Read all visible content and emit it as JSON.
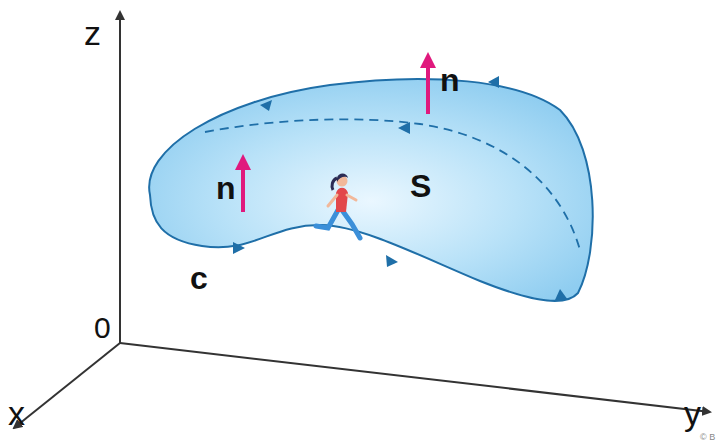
{
  "diagram": {
    "labels": [
      "z",
      "0",
      "x",
      "y",
      "n",
      "n",
      "S",
      "c",
      "© B"
    ]
  }
}
